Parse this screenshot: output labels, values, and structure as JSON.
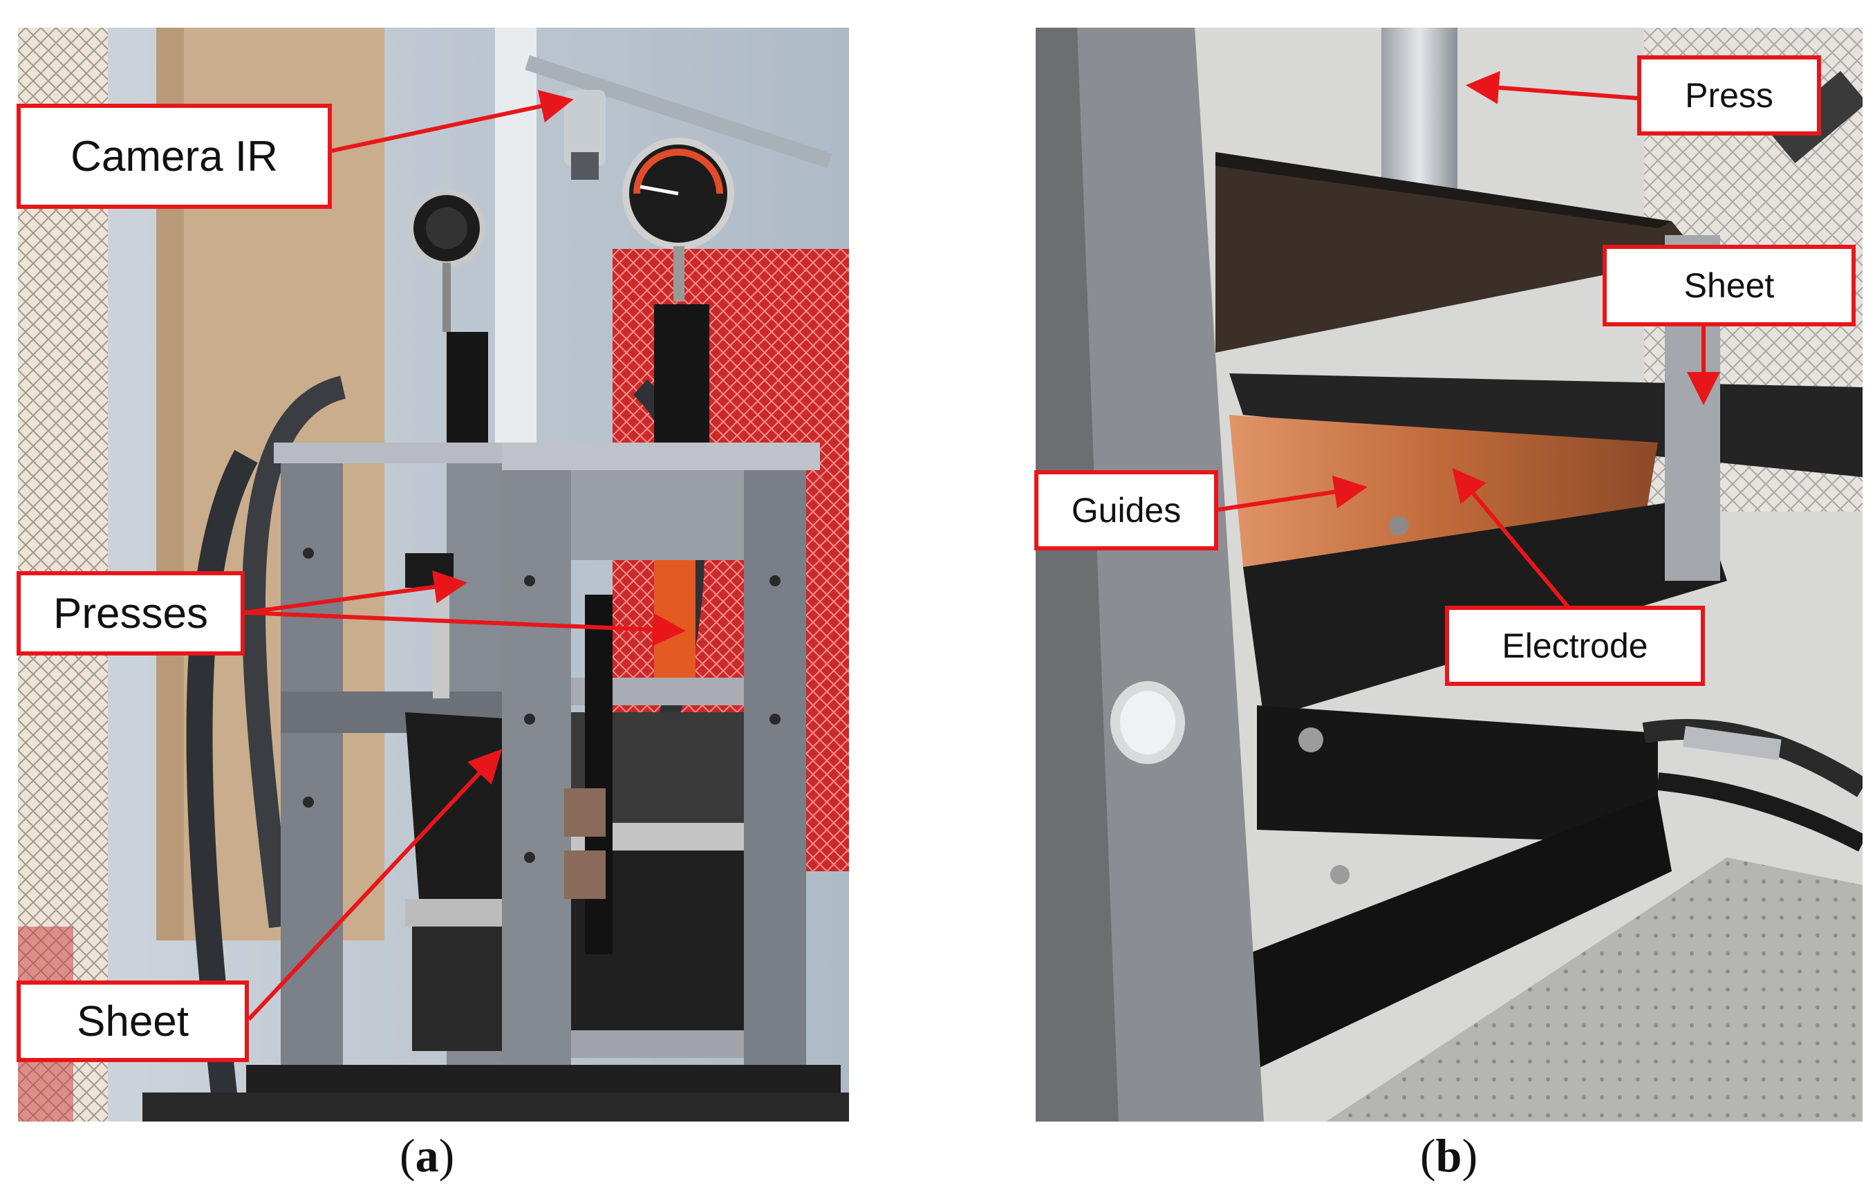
{
  "panel_a": {
    "labels": {
      "camera": "Camera IR",
      "presses": "Presses",
      "sheet": "Sheet"
    },
    "caption": {
      "open": "(",
      "letter": "a",
      "close": ")"
    }
  },
  "panel_b": {
    "labels": {
      "press": "Press",
      "sheet": "Sheet",
      "guides": "Guides",
      "electrode": "Electrode"
    },
    "caption": {
      "open": "(",
      "letter": "b",
      "close": ")"
    }
  },
  "colors": {
    "label_border": "#e8161a",
    "arrow": "#e8161a",
    "frame_gray": "#7c8088",
    "red_mesh": "#d42a2a",
    "copper": "#c06a3a"
  }
}
